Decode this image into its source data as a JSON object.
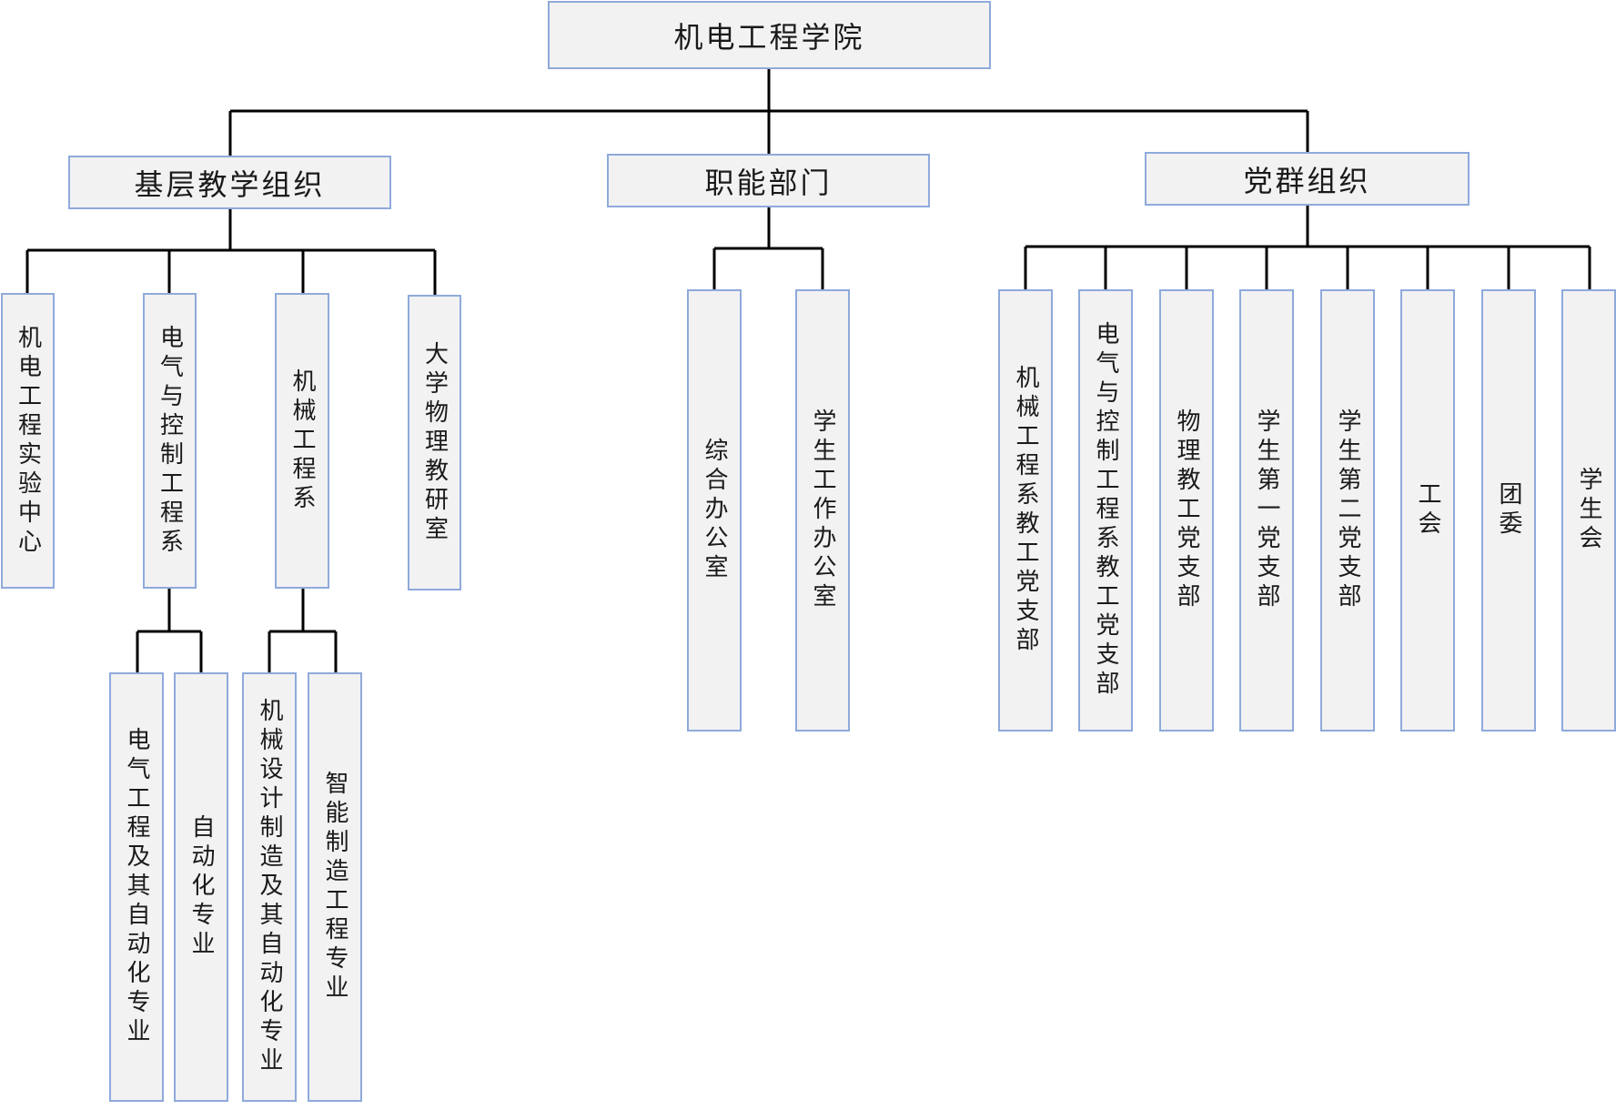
{
  "diagram": {
    "root": "机电工程学院",
    "branches": {
      "teaching": "基层教学组织",
      "functional": "职能部门",
      "party": "党群组织"
    },
    "teaching_units": {
      "lab": "机电工程实验中心",
      "electrical": "电气与控制工程系",
      "mechanical": "机械工程系",
      "physics": "大学物理教研室"
    },
    "majors": {
      "ee_automation": "电气工程及其自动化专业",
      "automation": "自动化专业",
      "mech_design": "机械设计制造及其自动化专业",
      "smart_mfg": "智能制造工程专业"
    },
    "functional_units": {
      "office": "综合办公室",
      "student_affairs": "学生工作办公室"
    },
    "party_units": {
      "mech_branch": "机械工程系教工党支部",
      "elec_branch": "电气与控制工程系教工党支部",
      "physics_branch": "物理教工党支部",
      "student_branch_1": "学生第一党支部",
      "student_branch_2": "学生第二党支部",
      "union": "工会",
      "youth_league": "团委",
      "student_union": "学生会"
    }
  }
}
